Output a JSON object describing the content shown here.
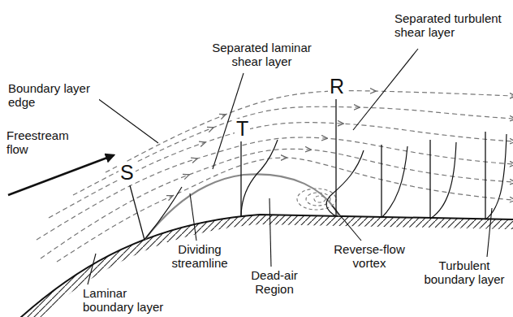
{
  "diagram": {
    "labels": [
      "Separated turbulent shear layer",
      "Separated laminar shear layer",
      "Boundary layer edge",
      "R",
      "T",
      "Freestream flow",
      "S",
      "Dividing streamline",
      "Reverse-flow vortex",
      "Dead-air Region",
      "Turbulent boundary layer",
      "Laminar boundary layer"
    ]
  }
}
